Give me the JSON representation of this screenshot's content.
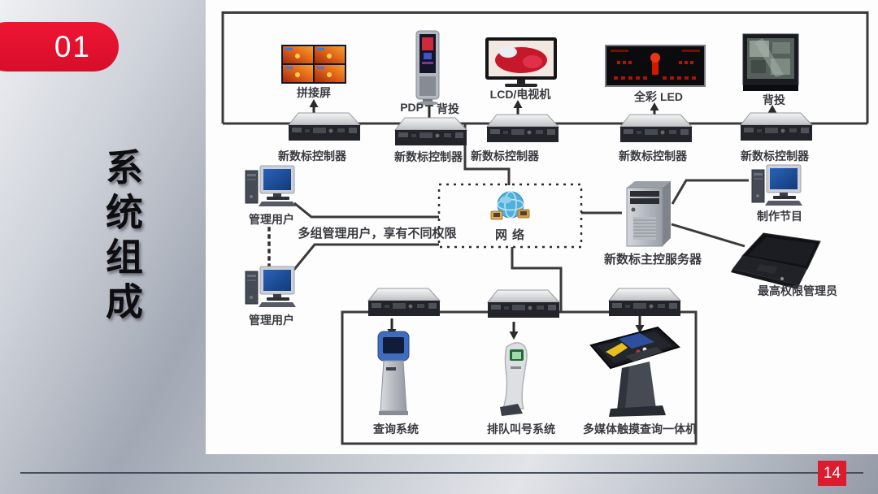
{
  "slide": {
    "badge": "01",
    "title": "系统组成",
    "page": "14"
  },
  "colors": {
    "accent_red": "#dc1b2e",
    "line_dark": "#3a3a3a",
    "panel_bg": "#fdfdfd"
  },
  "diagram": {
    "displays": {
      "video_wall": "拼接屏",
      "pdp_prefix": "PDP",
      "pdp_suffix": "背投",
      "lcd": "LCD/电视机",
      "led": "全彩 LED",
      "rear_projection": "背投"
    },
    "controller": "新数标控制器",
    "network": "网络",
    "admin_user": "管理用户",
    "admin_note": "多组管理用户，享有不同权限",
    "server": "新数标主控服务器",
    "produce": "制作节目",
    "super_admin": "最高权限管理员",
    "kiosk_query": "查询系统",
    "kiosk_queue": "排队叫号系统",
    "kiosk_touch": "多媒体触摸查询一体机"
  }
}
